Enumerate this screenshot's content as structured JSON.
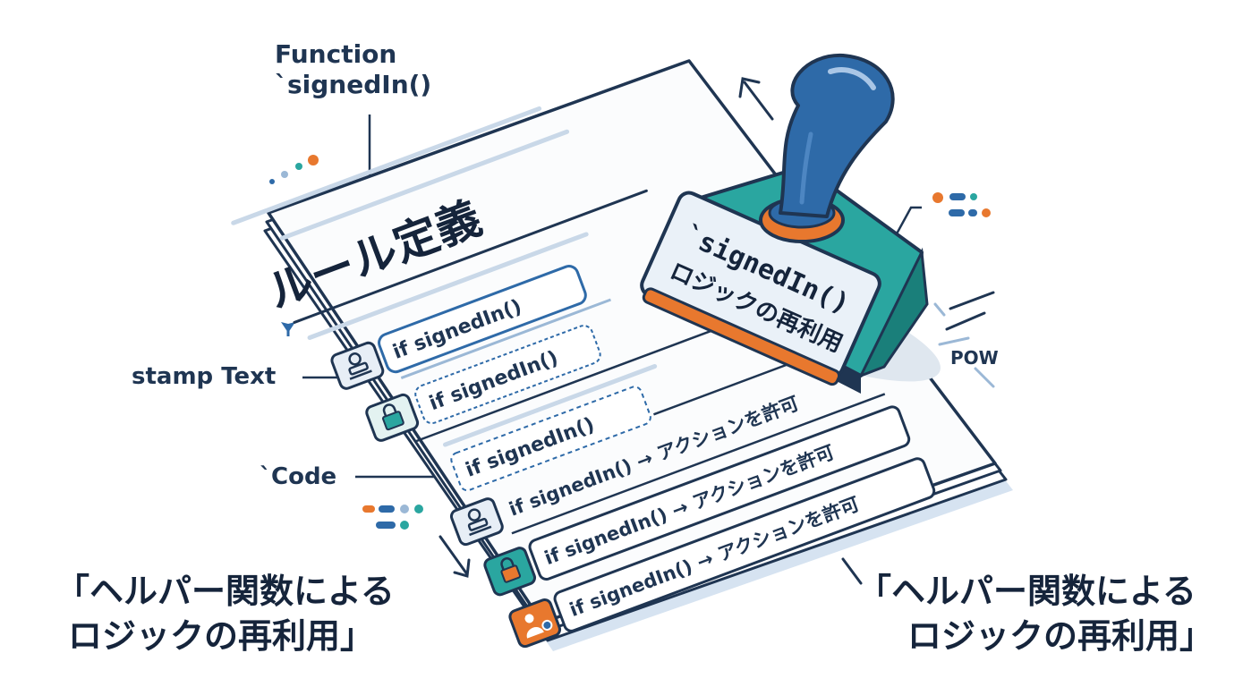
{
  "callouts": {
    "function_label_line1": "Function",
    "function_label_line2": "`signedIn()",
    "stamp_text_label": "stamp Text",
    "code_label": "`Code",
    "pow_label": "POW"
  },
  "document": {
    "title": "ルール定義",
    "rows": [
      {
        "text": "if signedIn()",
        "icon": "stamp-icon",
        "badge": "if signedIn()"
      },
      {
        "text": "if signedIn()",
        "icon": "lock-icon"
      },
      {
        "text": "if signedIn()",
        "icon": "none",
        "stamped": "if signedIn()"
      },
      {
        "text": "if signedIn() → アクションを許可",
        "icon": "stamp-icon"
      },
      {
        "text": "if signedIn() → アクションを許可",
        "icon": "lock-icon"
      },
      {
        "text": "if signedIn() → アクションを許可",
        "icon": "user-gear-icon"
      }
    ]
  },
  "stamp": {
    "face_line1": "`signedIn()",
    "face_line2": "ロジックの再利用"
  },
  "captions": {
    "left_line1": "「ヘルパー関数による",
    "left_line2": "ロジックの再利用」",
    "right_line1": "「ヘルパー関数による",
    "right_line2": "ロジックの再利用」"
  },
  "colors": {
    "navy": "#1f3552",
    "blue": "#2e6aa8",
    "teal": "#2aa6a0",
    "orange": "#e8782e",
    "paper": "#fbfcfd",
    "line": "#c9d8e8"
  }
}
